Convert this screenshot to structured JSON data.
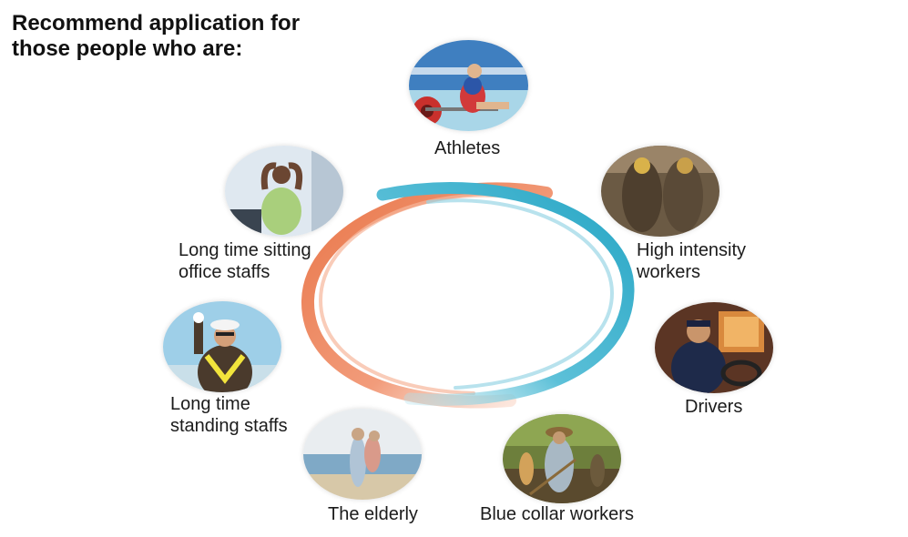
{
  "title": {
    "line1": "Recommend application for",
    "line2": "those people who are:"
  },
  "items": [
    {
      "key": "athletes",
      "lines": [
        "Athletes"
      ]
    },
    {
      "key": "high-intensity",
      "lines": [
        "High intensity",
        "workers"
      ]
    },
    {
      "key": "drivers",
      "lines": [
        "Drivers"
      ]
    },
    {
      "key": "blue-collar",
      "lines": [
        "Blue collar workers"
      ]
    },
    {
      "key": "elderly",
      "lines": [
        "The elderly"
      ]
    },
    {
      "key": "standing",
      "lines": [
        "Long time",
        "standing staffs"
      ]
    },
    {
      "key": "sitting",
      "lines": [
        "Long time sitting",
        "office staffs"
      ]
    }
  ],
  "colors": {
    "ring_orange": "#e9774a",
    "ring_teal": "#27a6c5"
  }
}
